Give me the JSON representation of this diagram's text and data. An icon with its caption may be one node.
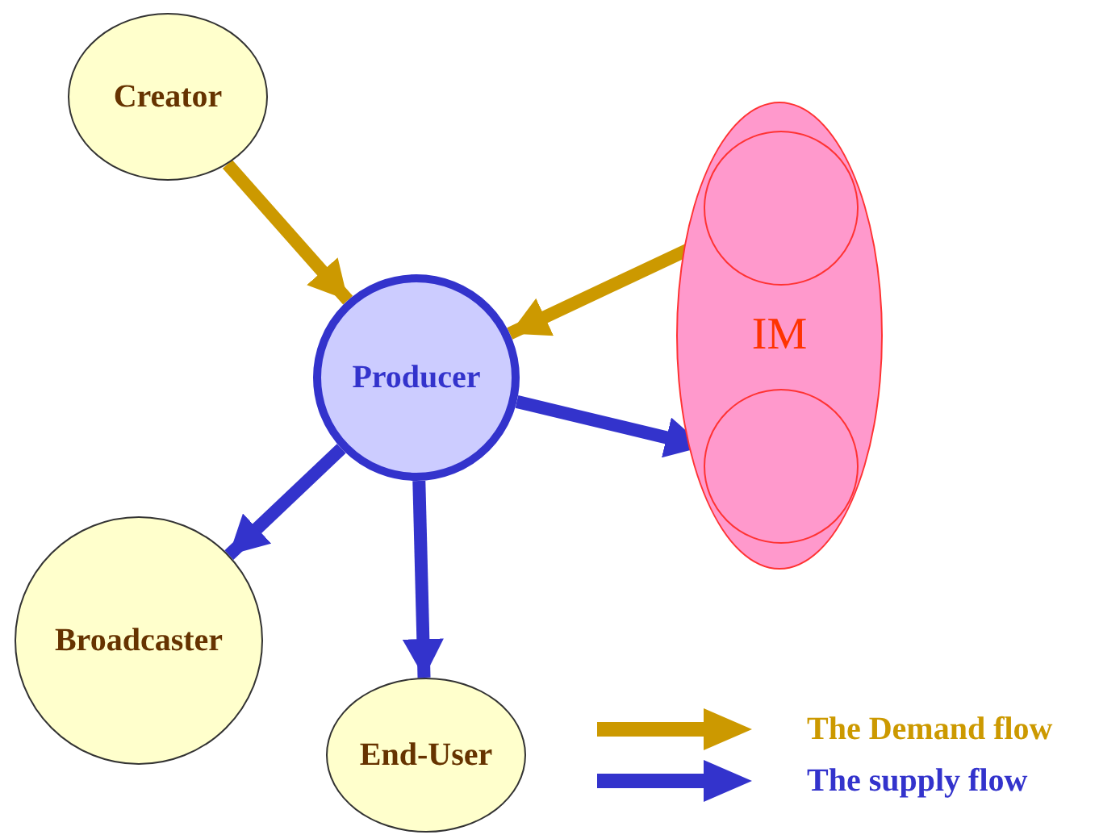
{
  "diagram": {
    "nodes": [
      {
        "text": [
          "Creator"
        ]
      },
      {
        "text": [
          "Producer"
        ]
      },
      {
        "text": [
          "IM"
        ]
      },
      {
        "text": [],
        "shape": "circle",
        "in": 2
      },
      {
        "text": [],
        "shape": "circle",
        "in": 2
      },
      {
        "text": [
          "Broadcaster"
        ]
      },
      {
        "text": [
          "End-User"
        ]
      }
    ],
    "edges": [
      {
        "from": 0,
        "to": 1,
        "arrow": "to",
        "color": "#cc9900"
      },
      {
        "from": 3,
        "to": 1,
        "arrow": "to",
        "color": "#cc9900"
      },
      {
        "from": 1,
        "to": 5,
        "arrow": "to",
        "color": "#3333cc"
      },
      {
        "from": 1,
        "to": 6,
        "arrow": "to",
        "color": "#3333cc"
      },
      {
        "from": 1,
        "to": 4,
        "arrow": "to",
        "color": "#3333cc"
      }
    ],
    "legend": [
      {
        "text": "The Demand flow"
      },
      {
        "text": "The supply flow"
      }
    ]
  }
}
